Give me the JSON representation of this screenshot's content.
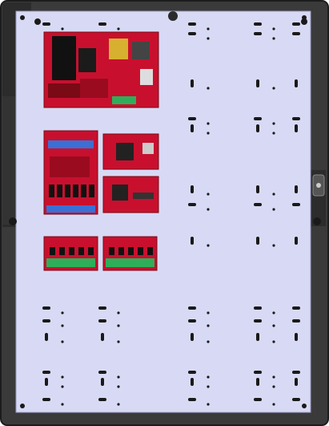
{
  "image": {
    "subject": "enclosure-backplate-with-circuit-boards",
    "colors": {
      "enclosure": "#3a3a3a",
      "enclosure_edge": "#1c1c1c",
      "backplate": "#d8daf5",
      "pcb_red": "#c8102e",
      "pcb_dark": "#7a0a16",
      "terminal_green": "#2fae5a",
      "terminal_blue": "#3a6fd6",
      "slot": "#1a1a1a",
      "switch_red": "#d0141e"
    }
  },
  "boards": [
    {
      "id": "power-supply-board"
    },
    {
      "id": "relay-output-board"
    },
    {
      "id": "controller-board-upper"
    },
    {
      "id": "controller-board-lower"
    },
    {
      "id": "terminal-board-left"
    },
    {
      "id": "terminal-board-right"
    }
  ]
}
